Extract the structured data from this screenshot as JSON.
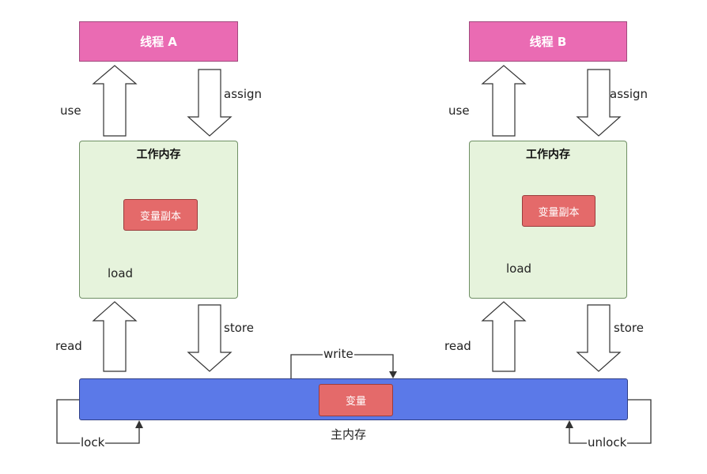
{
  "thread_a": {
    "label": "线程 A"
  },
  "thread_b": {
    "label": "线程 B"
  },
  "working_memory_a": {
    "title": "工作内存",
    "copy_label": "变量副本"
  },
  "working_memory_b": {
    "title": "工作内存",
    "copy_label": "变量副本"
  },
  "main_memory": {
    "caption": "主内存",
    "variable_label": "变量"
  },
  "operations": {
    "use_a": "use",
    "assign_a": "assign",
    "load_a": "load",
    "read_a": "read",
    "store_a": "store",
    "use_b": "use",
    "assign_b": "assign",
    "load_b": "load",
    "read_b": "read",
    "store_b": "store",
    "write": "write",
    "lock": "lock",
    "unlock": "unlock"
  },
  "colors": {
    "thread_fill": "#ea6bb3",
    "working_memory_fill": "#e6f3dc",
    "copy_fill": "#e46a6a",
    "main_memory_fill": "#5b79e8"
  }
}
